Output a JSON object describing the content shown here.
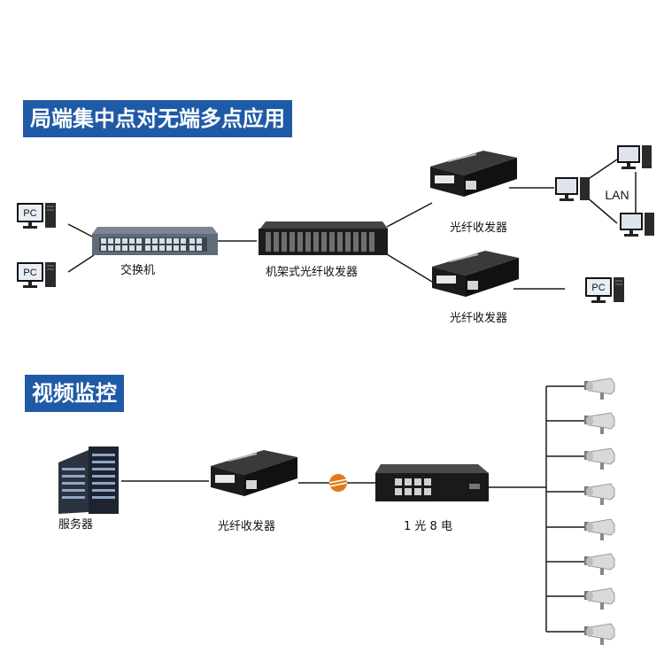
{
  "section1": {
    "title": "局端集中点对无端多点应用",
    "pc_label": "PC",
    "switch_label": "交换机",
    "rack_label": "机架式光纤收发器",
    "transceiver_label": "光纤收发器",
    "lan_label": "LAN"
  },
  "section2": {
    "title": "视频监控",
    "server_label": "服务器",
    "transceiver_label": "光纤收发器",
    "switch_label": "1 光 8 电"
  },
  "colors": {
    "banner": "#1f5aa6",
    "line": "#1a1a1a"
  },
  "icons": [
    "pc-icon",
    "switch-icon",
    "rack-transceiver-icon",
    "media-converter-icon",
    "server-rack-icon",
    "fiber-connector-icon",
    "camera-icon"
  ]
}
